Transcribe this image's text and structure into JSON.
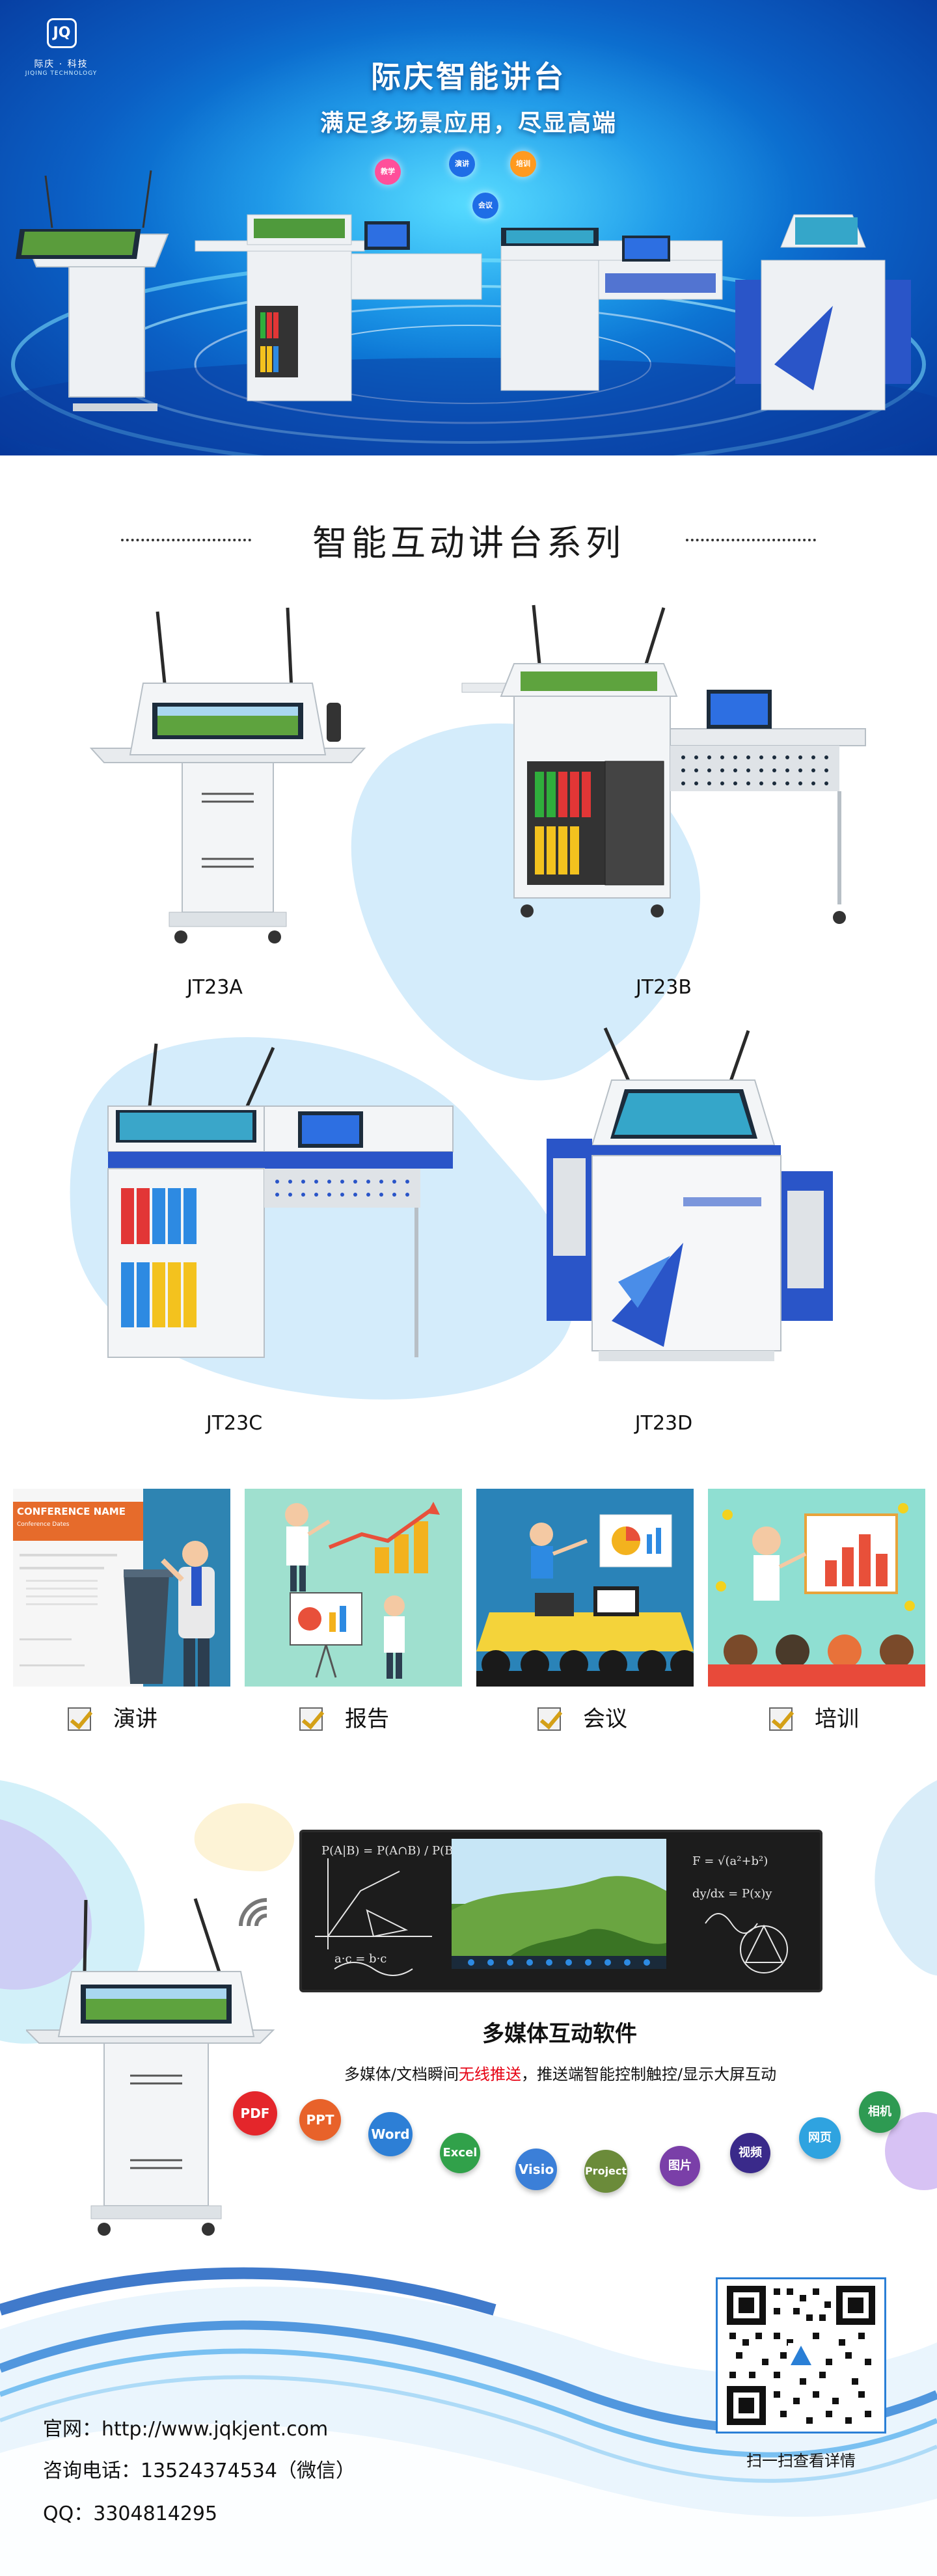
{
  "brand": {
    "logo_mark": "JQ",
    "logo_cn": "际庆 · 科技",
    "logo_en": "JIQING TECHNOLOGY"
  },
  "hero": {
    "title": "际庆智能讲台",
    "subtitle": "满足多场景应用，尽显高端",
    "badges": [
      "教学",
      "演讲",
      "培训",
      "会议"
    ]
  },
  "series": {
    "title": "智能互动讲台系列",
    "products": [
      "JT23A",
      "JT23B",
      "JT23C",
      "JT23D"
    ]
  },
  "scenarios": {
    "slide_title": "CONFERENCE NAME",
    "slide_subtitle": "Conference Dates",
    "items": [
      "演讲",
      "报告",
      "会议",
      "培训"
    ]
  },
  "software": {
    "title": "多媒体互动软件",
    "desc_before": "多媒体/文档瞬间",
    "desc_highlight": "无线推送",
    "desc_after": "，推送端智能控制触控/显示大屏互动",
    "apps": [
      "PDF",
      "PPT",
      "Word",
      "Excel",
      "Visio",
      "Project",
      "图片",
      "视频",
      "网页",
      "相机"
    ]
  },
  "contact": {
    "website": "官网：http://www.jqkjent.com",
    "phone": "咨询电话：13524374534（微信）",
    "qq": "QQ：3304814295",
    "qr_caption": "扫一扫查看详情"
  },
  "colors": {
    "hero_blue": "#0b5fc4",
    "hero_cyan": "#36d0ff",
    "blob_blue": "#d4ecfb",
    "accent_red": "#e60012",
    "check_gold": "#d4a017",
    "podium_blue": "#2a55c8"
  }
}
